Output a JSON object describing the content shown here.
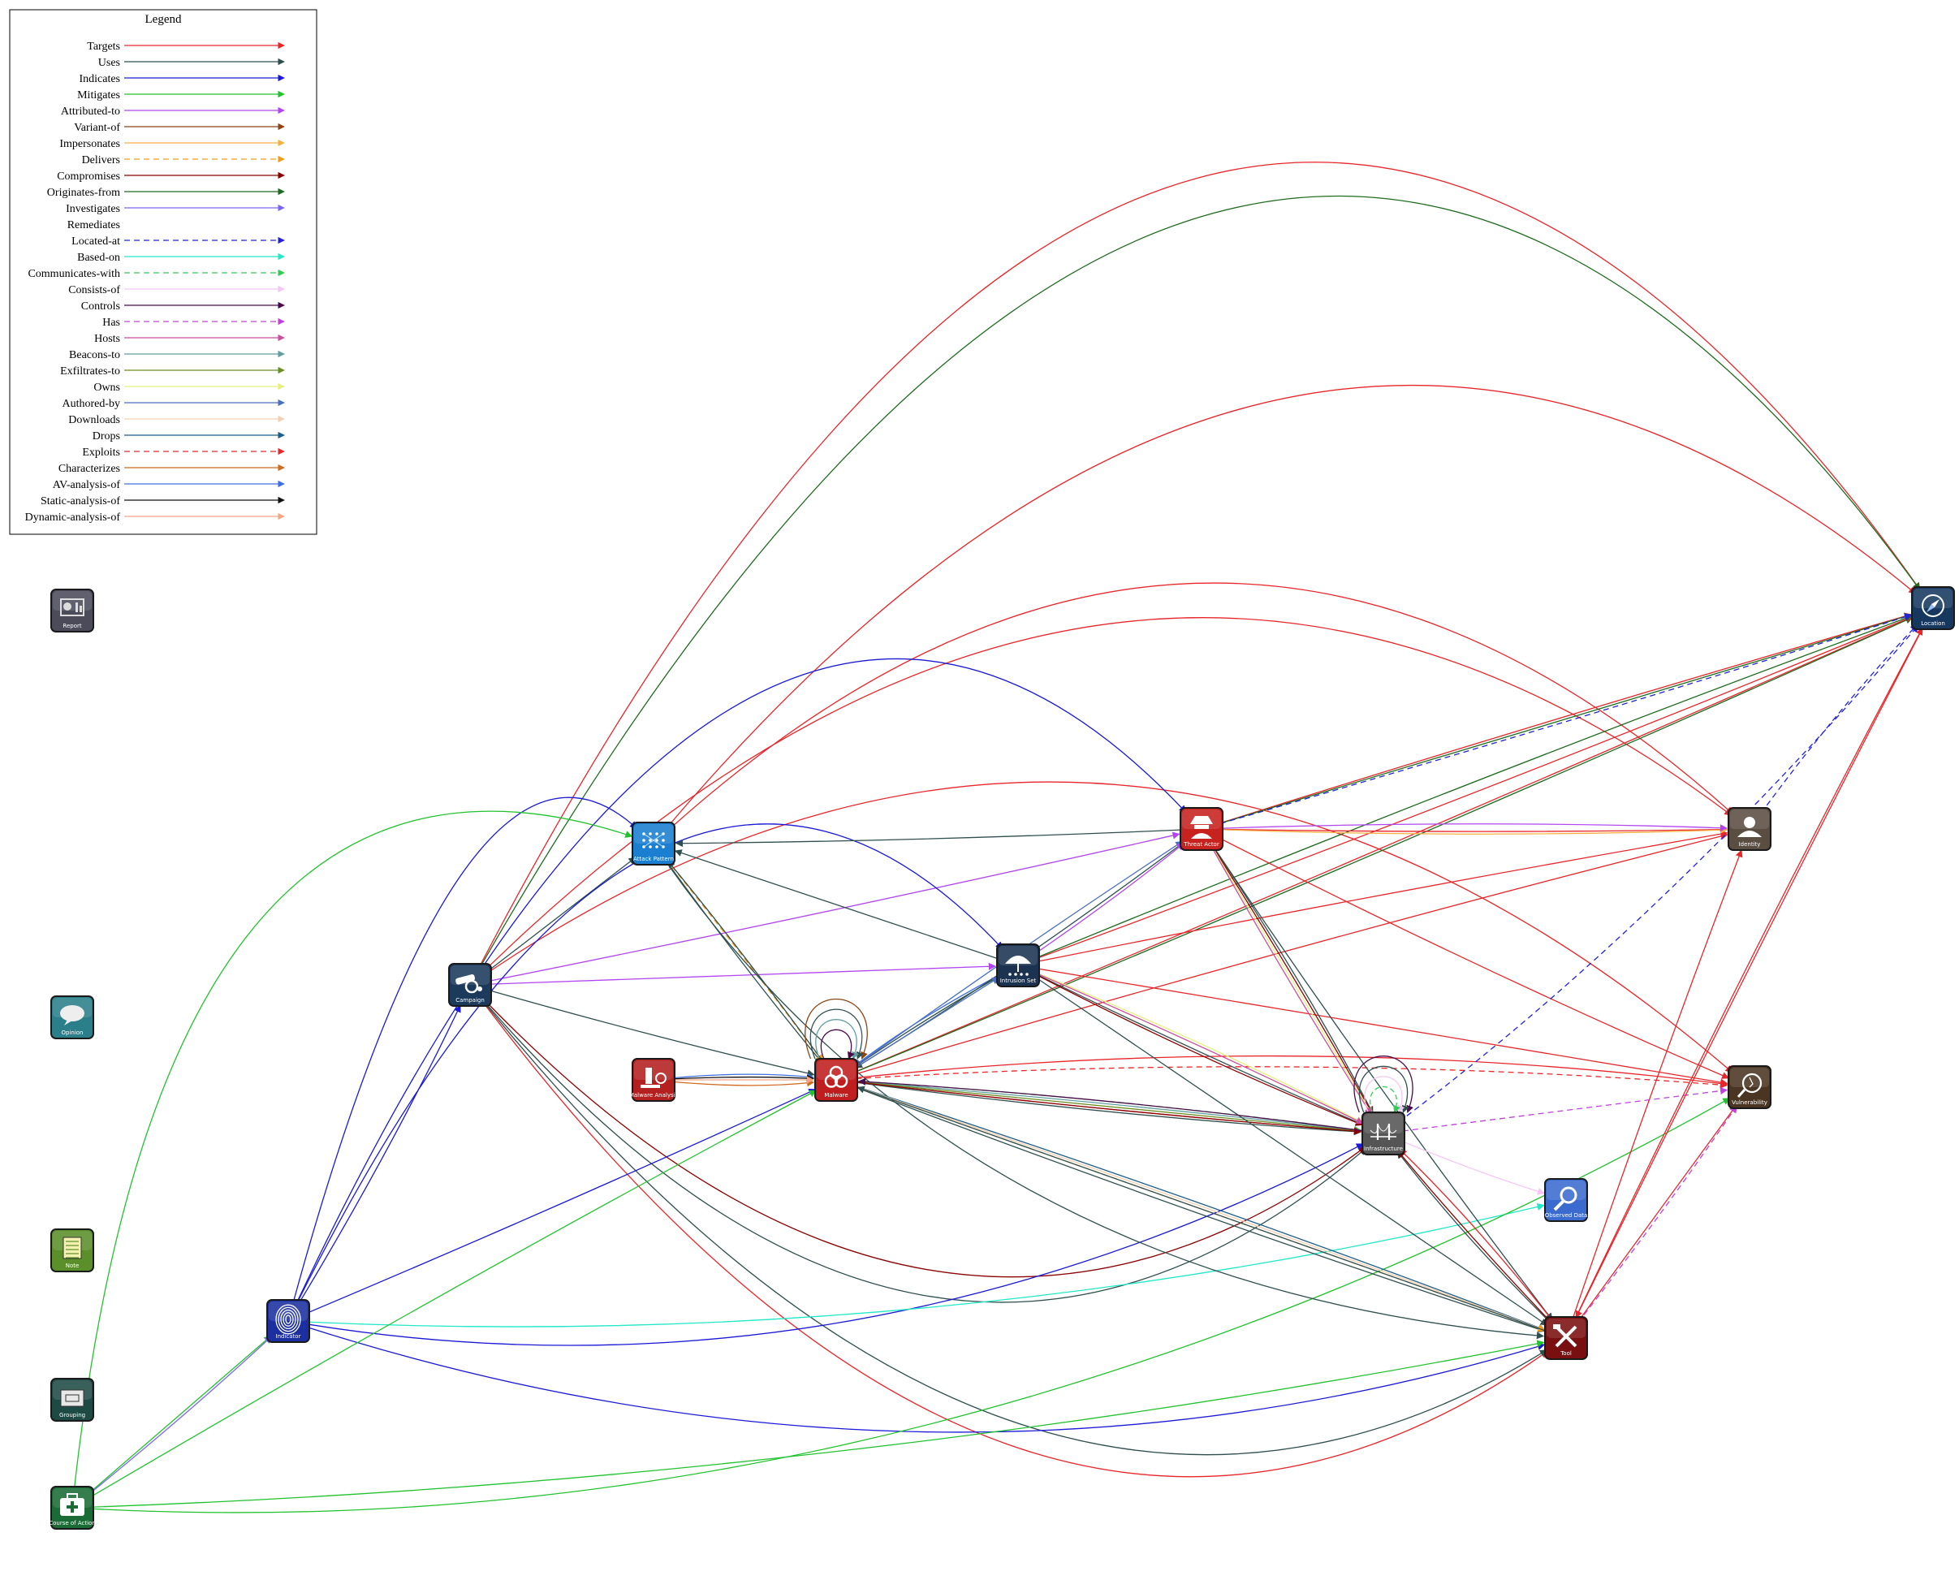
{
  "legend": {
    "title": "Legend",
    "items": [
      {
        "label": "Targets",
        "color": "#e8262a",
        "dashed": false
      },
      {
        "label": "Uses",
        "color": "#2f4f4f",
        "dashed": false
      },
      {
        "label": "Indicates",
        "color": "#1a1ad6",
        "dashed": false
      },
      {
        "label": "Mitigates",
        "color": "#22c22e",
        "dashed": false
      },
      {
        "label": "Attributed-to",
        "color": "#b146f0",
        "dashed": false
      },
      {
        "label": "Variant-of",
        "color": "#8b4513",
        "dashed": false
      },
      {
        "label": "Impersonates",
        "color": "#f5b041",
        "dashed": false
      },
      {
        "label": "Delivers",
        "color": "#f39c12",
        "dashed": true
      },
      {
        "label": "Compromises",
        "color": "#8b0000",
        "dashed": false
      },
      {
        "label": "Originates-from",
        "color": "#1e6b1e",
        "dashed": false
      },
      {
        "label": "Investigates",
        "color": "#7b68ee",
        "dashed": false
      },
      {
        "label": "Remediates",
        "color": "#ffffff",
        "dashed": false
      },
      {
        "label": "Located-at",
        "color": "#2222dd",
        "dashed": true
      },
      {
        "label": "Based-on",
        "color": "#20e8c8",
        "dashed": false
      },
      {
        "label": "Communicates-with",
        "color": "#33cc55",
        "dashed": true
      },
      {
        "label": "Consists-of",
        "color": "#f5c6f5",
        "dashed": false
      },
      {
        "label": "Controls",
        "color": "#4b0a4b",
        "dashed": false
      },
      {
        "label": "Has",
        "color": "#c040e0",
        "dashed": true
      },
      {
        "label": "Hosts",
        "color": "#cc4d9e",
        "dashed": false
      },
      {
        "label": "Beacons-to",
        "color": "#5f9ea0",
        "dashed": false
      },
      {
        "label": "Exfiltrates-to",
        "color": "#6b8e23",
        "dashed": false
      },
      {
        "label": "Owns",
        "color": "#e6f07a",
        "dashed": false
      },
      {
        "label": "Authored-by",
        "color": "#4a6fc0",
        "dashed": false
      },
      {
        "label": "Downloads",
        "color": "#f5d0b0",
        "dashed": false
      },
      {
        "label": "Drops",
        "color": "#1c5e8c",
        "dashed": false
      },
      {
        "label": "Exploits",
        "color": "#e8262a",
        "dashed": true
      },
      {
        "label": "Characterizes",
        "color": "#d2691e",
        "dashed": false
      },
      {
        "label": "AV-analysis-of",
        "color": "#3c6fe0",
        "dashed": false
      },
      {
        "label": "Static-analysis-of",
        "color": "#111111",
        "dashed": false
      },
      {
        "label": "Dynamic-analysis-of",
        "color": "#f4a582",
        "dashed": false
      }
    ]
  },
  "nodes": [
    {
      "id": "report",
      "label": "Report",
      "icon": "report-icon",
      "color": "#4b4b5a"
    },
    {
      "id": "opinion",
      "label": "Opinion",
      "icon": "speech-bubble-icon",
      "color": "#2b7f8a"
    },
    {
      "id": "note",
      "label": "Note",
      "icon": "notepad-icon",
      "color": "#5a8f2a"
    },
    {
      "id": "grouping",
      "label": "Grouping",
      "icon": "package-icon",
      "color": "#1e4a44"
    },
    {
      "id": "course_of_action",
      "label": "Course of Action",
      "icon": "first-aid-kit-icon",
      "color": "#1a6b35"
    },
    {
      "id": "indicator",
      "label": "Indicator",
      "icon": "fingerprint-icon",
      "color": "#1c2fa0"
    },
    {
      "id": "campaign",
      "label": "Campaign",
      "icon": "cannon-icon",
      "color": "#1b3a5c"
    },
    {
      "id": "attack_pattern",
      "label": "Attack Pattern",
      "icon": "molecule-icon",
      "color": "#1a7fd0"
    },
    {
      "id": "malware_analysis",
      "label": "Malware Analysis",
      "icon": "microscope-icon",
      "color": "#b3201f"
    },
    {
      "id": "malware",
      "label": "Malware",
      "icon": "biohazard-icon",
      "color": "#c01e1e"
    },
    {
      "id": "intrusion_set",
      "label": "Intrusion Set",
      "icon": "umbrella-icon",
      "color": "#1b3350"
    },
    {
      "id": "threat_actor",
      "label": "Threat Actor",
      "icon": "spy-icon",
      "color": "#c8221f"
    },
    {
      "id": "infrastructure",
      "label": "Infrastructure",
      "icon": "bridge-icon",
      "color": "#555555"
    },
    {
      "id": "observed_data",
      "label": "Observed Data",
      "icon": "magnifier-icon",
      "color": "#3c6bd0"
    },
    {
      "id": "tool",
      "label": "Tool",
      "icon": "tools-icon",
      "color": "#7a0f0f"
    },
    {
      "id": "identity",
      "label": "Identity",
      "icon": "person-icon",
      "color": "#5a4d42"
    },
    {
      "id": "vulnerability",
      "label": "Vulnerability",
      "icon": "cracked-shield-icon",
      "color": "#4a3522"
    },
    {
      "id": "location",
      "label": "Location",
      "icon": "compass-icon",
      "color": "#16385e"
    }
  ]
}
